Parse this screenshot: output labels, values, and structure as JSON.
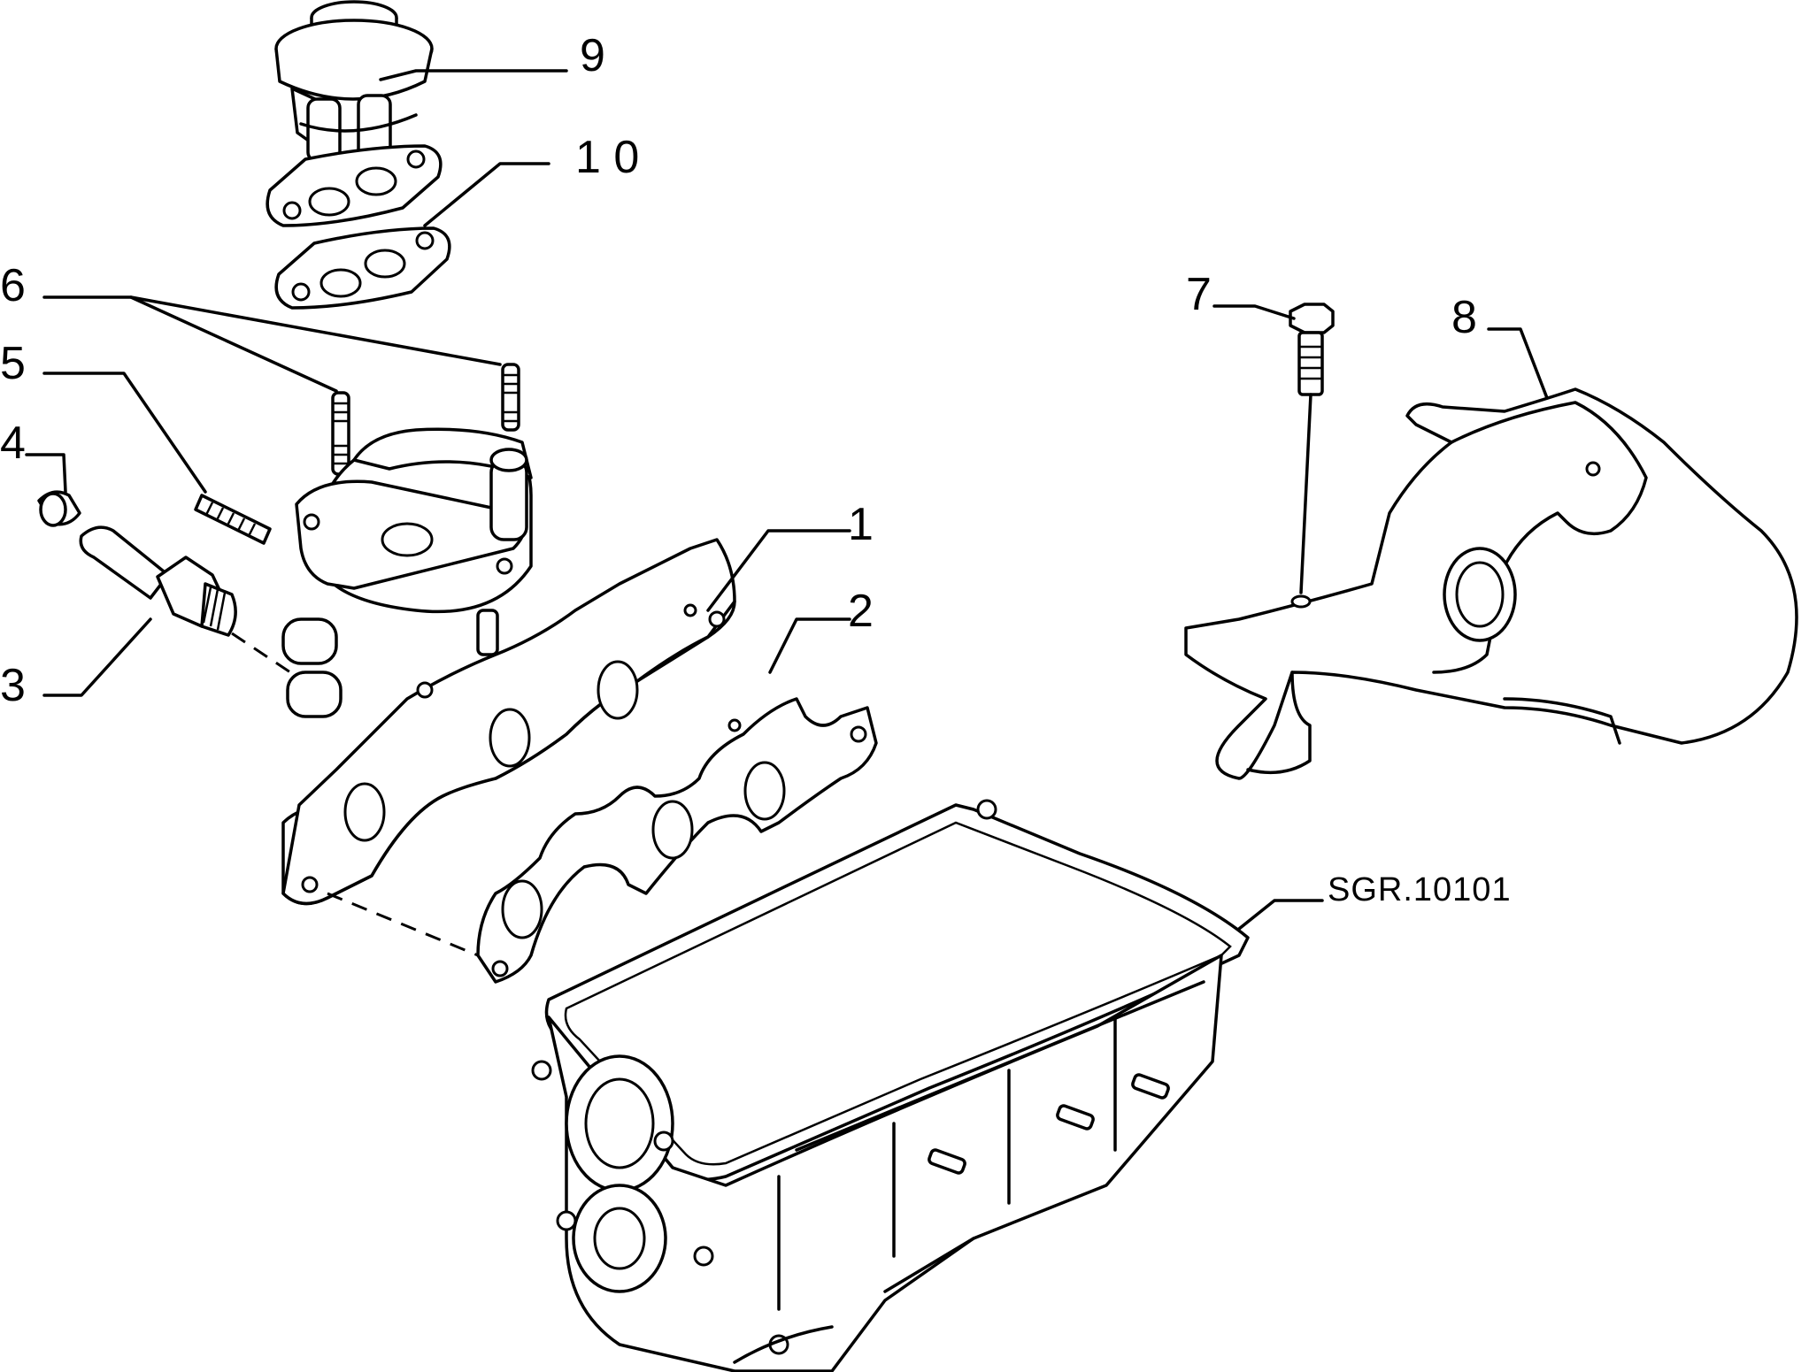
{
  "diagram": {
    "reference_code": "SGR.10101",
    "callouts": [
      {
        "id": "1",
        "text": "1"
      },
      {
        "id": "2",
        "text": "2"
      },
      {
        "id": "3",
        "text": "3"
      },
      {
        "id": "4",
        "text": "4"
      },
      {
        "id": "5",
        "text": "5"
      },
      {
        "id": "6",
        "text": "6"
      },
      {
        "id": "7",
        "text": "7"
      },
      {
        "id": "8",
        "text": "8"
      },
      {
        "id": "9",
        "text": "9"
      },
      {
        "id": "10",
        "text": "1 0"
      }
    ]
  }
}
